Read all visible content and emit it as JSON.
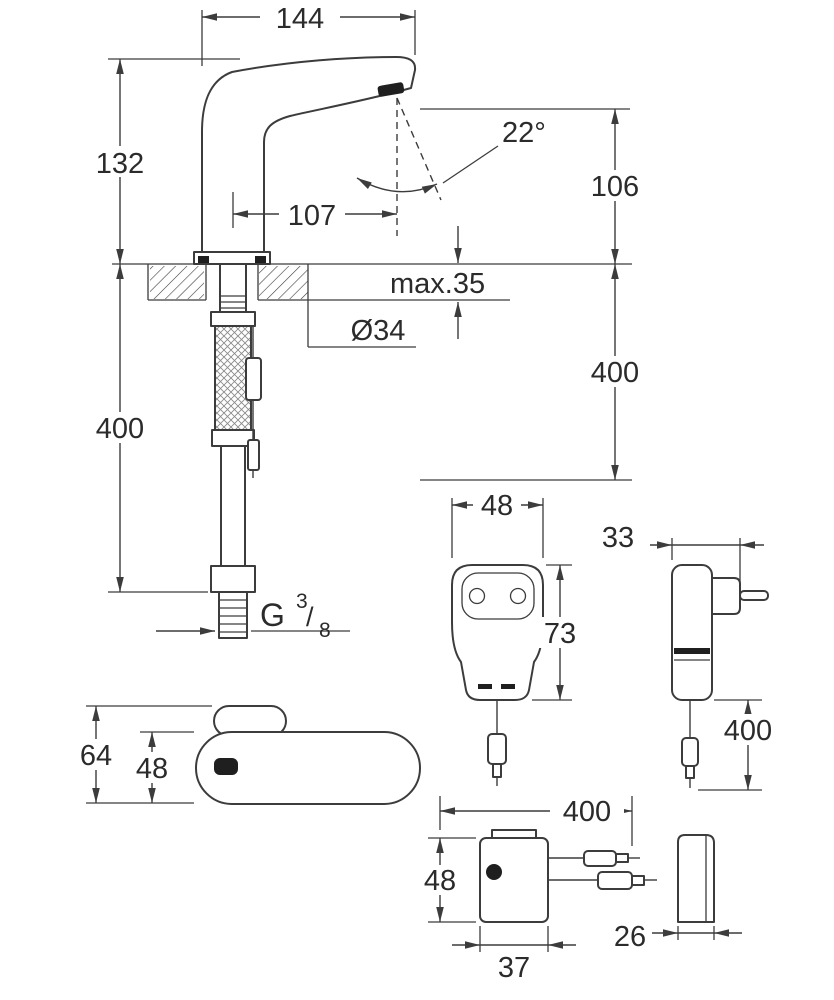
{
  "palette": {
    "ink": "#3c3c3c",
    "text": "#2b2b2b",
    "background": "#ffffff"
  },
  "faucet_side": {
    "reach": "144",
    "height": "132",
    "sensor_offset": "107",
    "angle": "22°",
    "outlet_height": "106",
    "deck_thickness": "max.35",
    "hole_diameter": "Ø34",
    "hose_length": "400",
    "cable_length": "400",
    "thread": {
      "g": "G",
      "num": "3",
      "slash": "/",
      "den": "8"
    }
  },
  "faucet_top": {
    "total_depth": "64",
    "body_depth": "48"
  },
  "power_supply": {
    "width": "48",
    "height": "73",
    "depth": "33",
    "cable_length": "400"
  },
  "control_box": {
    "cable_length": "400",
    "height": "48",
    "width": "37",
    "depth": "26"
  }
}
